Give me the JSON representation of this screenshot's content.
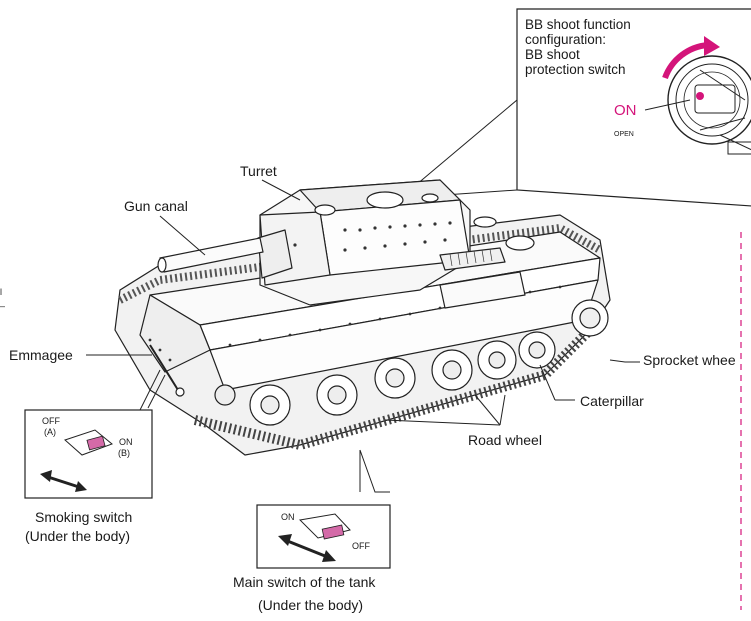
{
  "labels": {
    "turret": "Turret",
    "gun_canal": "Gun canal",
    "emmagee": "Emmagee",
    "sprocket_wheel": "Sprocket whee",
    "caterpillar": "Caterpillar",
    "road_wheel": "Road wheel",
    "left_edge_fragment": "l",
    "left_edge_fragment_2": "–"
  },
  "bb_callout": {
    "line1": "BB shoot function",
    "line2": "configuration:",
    "line3": "BB shoot",
    "line4": "protection switch",
    "on": "ON",
    "open": "OPEN"
  },
  "smoking_switch": {
    "off": "OFF",
    "a": "(A)",
    "on": "ON",
    "b": "(B)",
    "caption1": "Smoking switch",
    "caption2": "(Under the body)"
  },
  "main_switch": {
    "on": "ON",
    "off": "OFF",
    "caption1": "Main switch of the tank",
    "caption2": "(Under the body)"
  },
  "colors": {
    "accent": "#d4147a",
    "line": "#222222",
    "switch_fill": "#d46aa8",
    "dashed": "#d4147a"
  }
}
